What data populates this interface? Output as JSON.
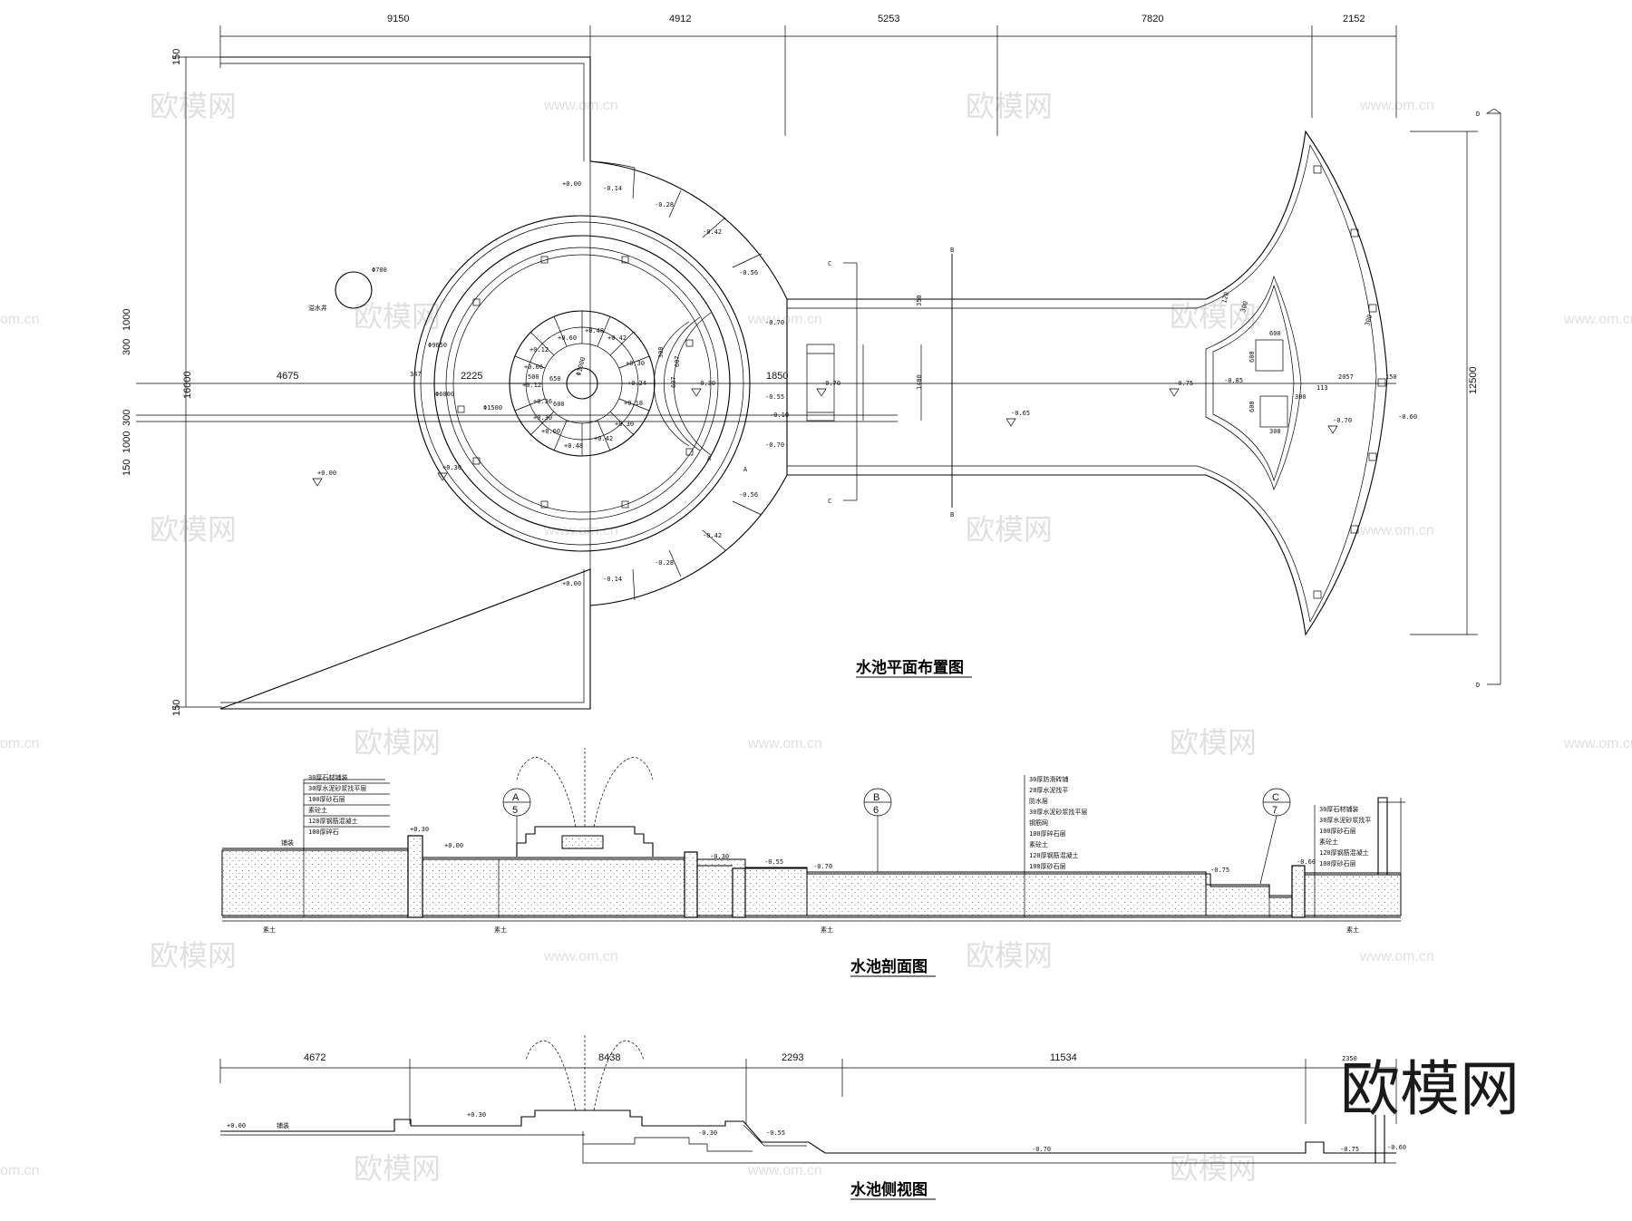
{
  "titles": {
    "plan": "水池平面布置图",
    "section": "水池剖面图",
    "side": "水池侧视图"
  },
  "watermark": {
    "brand": "欧模网",
    "url": "www.om.cn",
    "url_partial": "om.cn",
    "corner_brand": "欧模网"
  },
  "plan": {
    "top_dims": [
      "9150",
      "4912",
      "5253",
      "7820",
      "2152"
    ],
    "left_dims": [
      "150",
      "1000",
      "300",
      "16000",
      "300",
      "1000",
      "150"
    ],
    "right_dim": "12500",
    "section_marks": [
      "D",
      "D",
      "C",
      "C",
      "B",
      "B",
      "A",
      "A"
    ],
    "dims": [
      "4675",
      "347",
      "2225",
      "Φ9650",
      "Φ6000",
      "Φ1500",
      "Φ700",
      "650",
      "600",
      "500",
      "Φ1000",
      "300",
      "607",
      "607",
      "1850",
      "1400",
      "350",
      "2057",
      "113",
      "300",
      "150",
      "120",
      "300",
      "600",
      "600",
      "600",
      "300",
      "300"
    ],
    "levels_outer": [
      "+0.00",
      "-0.14",
      "-0.28",
      "-0.42",
      "-0.56",
      "-0.70",
      "-0.70",
      "-0.56",
      "-0.42",
      "-0.28",
      "-0.14",
      "+0.00"
    ],
    "levels_center": [
      "+0.60",
      "+0.48",
      "+0.42",
      "+0.36",
      "+0.30",
      "+0.24",
      "+0.18",
      "+0.12",
      "+0.06",
      "+0.12",
      "+0.18",
      "+0.24",
      "+0.30",
      "+0.36",
      "+0.42",
      "+0.48",
      "+0.60",
      "+0.30"
    ],
    "levels_misc": [
      "+0.00",
      "+0.30",
      "-0.30",
      "-0.55",
      "-0.70",
      "-0.70",
      "-0.75",
      "-0.85",
      "-0.65",
      "-0.70",
      "-0.60",
      "-0.10"
    ],
    "labels": [
      "溢水井"
    ]
  },
  "section": {
    "markers": [
      {
        "letter": "A",
        "num": "5"
      },
      {
        "letter": "B",
        "num": "6"
      },
      {
        "letter": "C",
        "num": "7"
      }
    ],
    "notes_left": [
      "30厚石材铺装",
      "30厚水泥砂浆找平层",
      "100厚砂石层",
      "素砼土",
      "120厚钢筋混凝土",
      "100厚碎石"
    ],
    "notes_mid": [
      "30厚防滑砖铺",
      "20厚水泥找平",
      "防水层",
      "30厚水泥砂浆找平层",
      "钢筋网",
      "100厚碎石层",
      "素砼土",
      "120厚钢筋混凝土",
      "100厚砂石层"
    ],
    "notes_right": [
      "30厚石材铺装",
      "30厚水泥砂浆找平",
      "100厚砂石层",
      "素砼土",
      "120厚钢筋混凝土",
      "100厚砂石层"
    ],
    "levels": [
      "+0.30",
      "+0.00",
      "-0.30",
      "-0.55",
      "-0.70",
      "-0.75",
      "-0.60"
    ],
    "ground": [
      "素土",
      "素土",
      "素土",
      "素土"
    ],
    "paving": "铺装"
  },
  "side": {
    "dims": [
      "4672",
      "8438",
      "2293",
      "11534",
      "2350"
    ],
    "levels": [
      "+0.00",
      "+0.30",
      "-0.30",
      "-0.55",
      "-0.70",
      "-0.75",
      "-0.60"
    ],
    "paving": "铺装"
  }
}
